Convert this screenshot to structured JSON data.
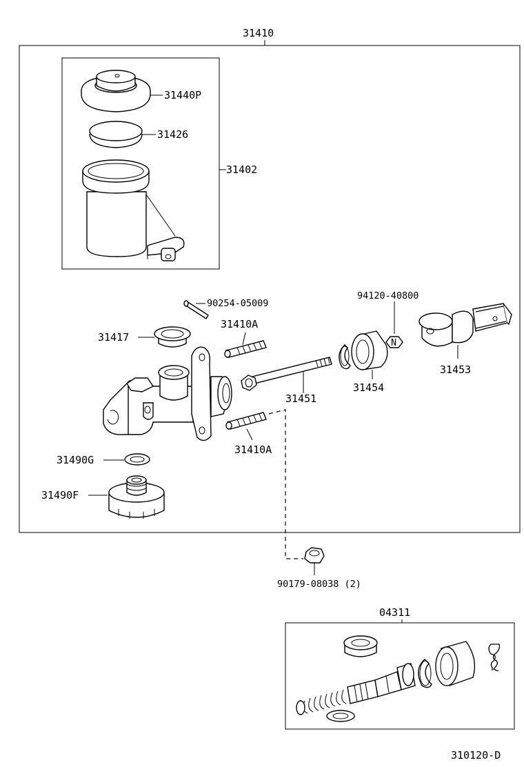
{
  "diagram_id": "310120-D",
  "assemblies": {
    "master_cylinder": "31410",
    "reservoir": "31402",
    "repair_kit": "04311"
  },
  "labels": {
    "cap": "31440P",
    "strainer": "31426",
    "pin": "90254-05009",
    "grommet": "31417",
    "stud_upper": "31410A",
    "stud_lower": "31410A",
    "push_rod": "31451",
    "boot_seal": "31454",
    "snap_ring": "94120-40800",
    "clevis": "31453",
    "gasket": "31490G",
    "union": "31490F",
    "nut": "90179-08038 (2)"
  },
  "markers": {
    "non_reusable": "N"
  }
}
